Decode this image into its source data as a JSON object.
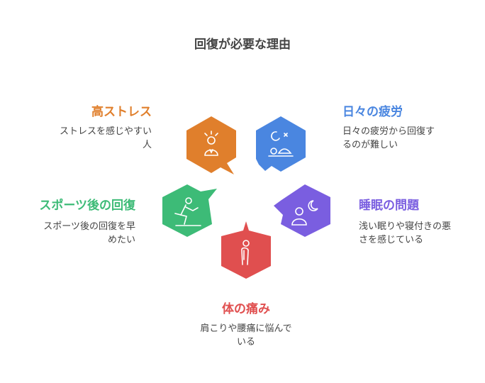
{
  "title": "回復が必要な理由",
  "items": [
    {
      "label": "高ストレス",
      "desc_line1": "ストレスを感じやすい",
      "desc_line2": "人",
      "color": "#E07F2C",
      "icon": "stressed-person-icon"
    },
    {
      "label": "日々の疲労",
      "desc_line1": "日々の疲労から回復す",
      "desc_line2": "るのが難しい",
      "color": "#4A86E0",
      "icon": "exhausted-person-icon"
    },
    {
      "label": "睡眠の問題",
      "desc_line1": "浅い眠りや寝付きの悪",
      "desc_line2": "さを感じている",
      "color": "#7A5EE0",
      "icon": "person-moon-icon"
    },
    {
      "label": "体の痛み",
      "desc_line1": "肩こりや腰痛に悩んで",
      "desc_line2": "いる",
      "color": "#E04F4F",
      "icon": "hunched-person-icon"
    },
    {
      "label": "スポーツ後の回復",
      "desc_line1": "スポーツ後の回復を早",
      "desc_line2": "めたい",
      "color": "#3DBB77",
      "icon": "running-person-icon"
    }
  ]
}
